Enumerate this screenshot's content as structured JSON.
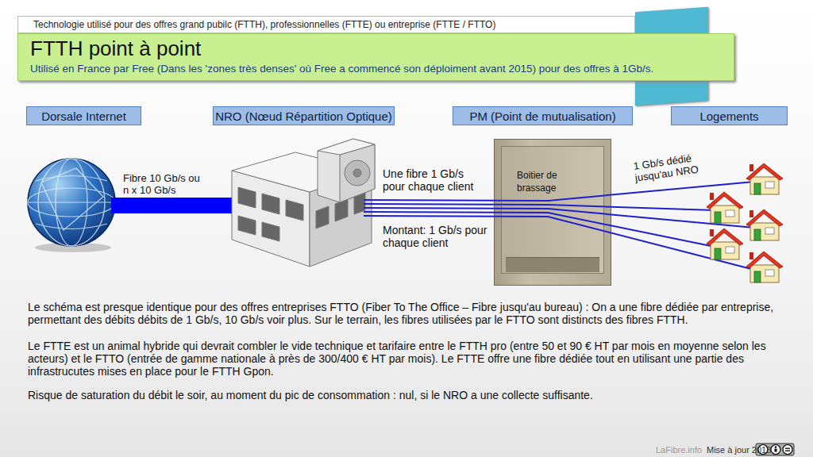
{
  "diagram": {
    "title": "FTTH point à point",
    "nodes": [
      {
        "text": [
          "Dorsale Internet"
        ]
      },
      {
        "text": [
          "NRO (Nœud Répartition Optique)"
        ]
      },
      {
        "text": [
          "PM (Point de mutualisation)"
        ]
      },
      {
        "text": [
          "Logements"
        ]
      },
      {
        "text": [
          "Boitier de brassage"
        ]
      }
    ],
    "labels": [
      "Technologie utilisé pour des offres grand pubilc (FTTH), professionnelles (FTTE) ou entreprise (FTTE / FTTO)",
      "Utilisé en France par Free (Dans les 'zones très denses' où Free a commencé son déploiment avant 2015) pour des offres à 1Gb/s.",
      "Fibre 10 Gb/s ou n x 10 Gb/s",
      "Une fibre 1 Gb/s pour chaque client",
      "Montant: 1 Gb/s pour chaque client",
      "1 Gb/s dédié jusqu'au NRO",
      "Le schéma est presque identique pour des offres entreprises FTTO (Fiber To The Office – Fibre jusqu'au bureau) : On a une fibre dédiée par entreprise, permettant des débits débits de 1 Gb/s, 10 Gb/s voir plus. Sur le terrain, les fibres utilisées par le FTTO sont distincts des fibres FTTH.",
      "Le FTTE est un animal hybride qui devrait combler le vide technique et tarifaire entre le FTTH pro (entre 50 et 90 € HT par mois en moyenne selon les acteurs) et le FTTO (entrée de gamme nationale à près de 300/400 € HT par mois). Le FTTE offre une fibre dédiée tout en utilisant une partie des infrastrucutes mises en place pour le FTTH Gpon.",
      "Risque de saturation du débit le soir, au moment du pic de consommation : nul, si le NRO a une collecte suffisante.",
      "LaFibre.info",
      "Mise à jour 2018"
    ]
  }
}
